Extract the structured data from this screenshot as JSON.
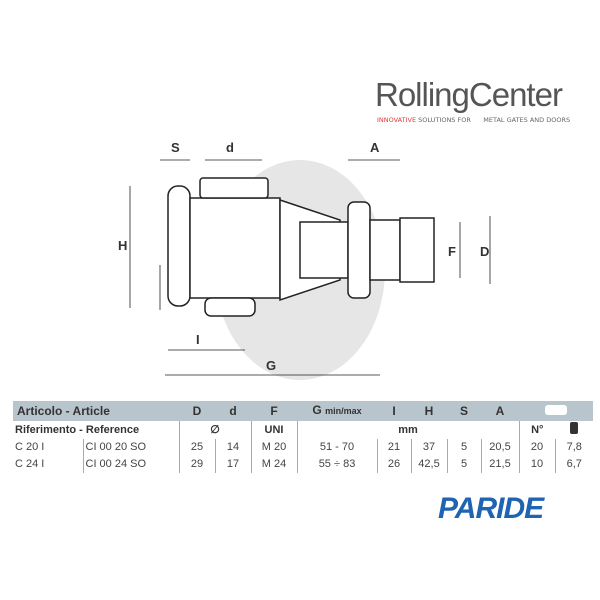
{
  "brand": {
    "name": "RollingCenter",
    "tagline_red": "INNOVATIVE",
    "tagline": "SOLUTIONS FOR",
    "tagline2": "METAL GATES AND DOORS",
    "red": "#e03a35"
  },
  "drawing": {
    "labels": {
      "S": "S",
      "d": "d",
      "A": "A",
      "H": "H",
      "F": "F",
      "D": "D",
      "I": "I",
      "G": "G"
    }
  },
  "table": {
    "headers": [
      "Articolo - Article",
      "D",
      "d",
      "F",
      "G",
      "min/max",
      "I",
      "H",
      "S",
      "A"
    ],
    "package_icon": "box-icon",
    "subheaders": {
      "ref": "Riferimento - Reference",
      "diam": "∅",
      "uni": "UNI",
      "mm": "mm",
      "n": "N°",
      "weight_icon": "weight-icon"
    },
    "rows": [
      [
        "C 20 I",
        "CI 00 20 SO",
        "25",
        "14",
        "M 20",
        "51 - 70",
        "21",
        "37",
        "5",
        "20,5",
        "20",
        "7,8"
      ],
      [
        "C 24 I",
        "CI 00 24 SO",
        "29",
        "17",
        "M 24",
        "55 ÷ 83",
        "26",
        "42,5",
        "5",
        "21,5",
        "10",
        "6,7"
      ]
    ]
  },
  "footer_brand": "PARIDE",
  "colors": {
    "header_bg": "#b9c5cd",
    "paride": "#1f63b3"
  }
}
